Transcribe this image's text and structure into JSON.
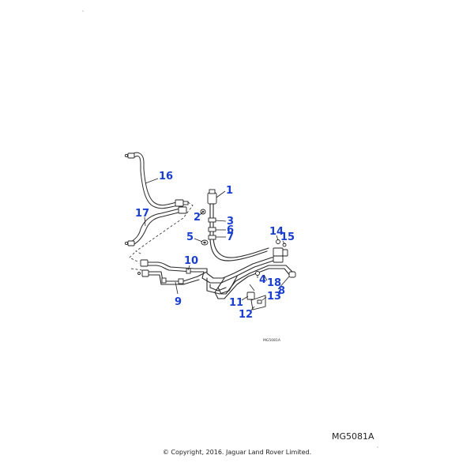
{
  "diagram": {
    "callouts": [
      "1",
      "2",
      "3",
      "4",
      "5",
      "6",
      "7",
      "8",
      "9",
      "10",
      "11",
      "12",
      "13",
      "14",
      "15",
      "16",
      "17",
      "18"
    ],
    "small_code": "MG5081A"
  },
  "footer": {
    "diagram_code": "MG5081A",
    "copyright": "© Copyright, 2016. Jaguar Land Rover Limited."
  }
}
